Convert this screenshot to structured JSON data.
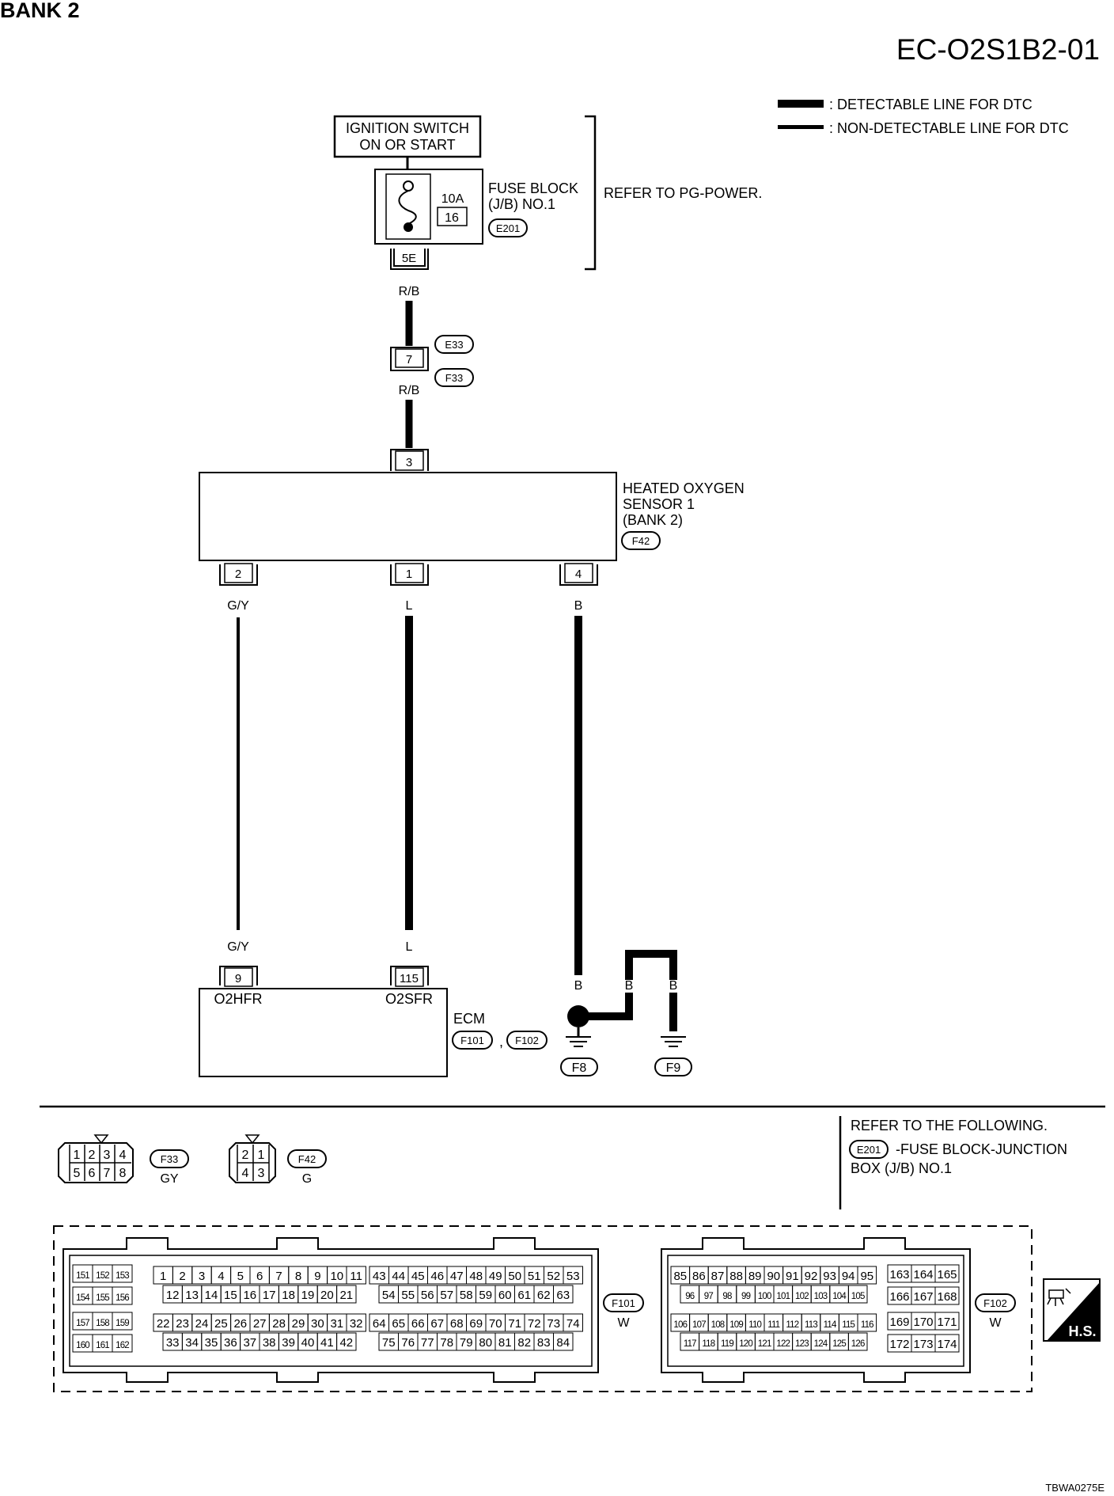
{
  "header": {
    "title": "BANK 2",
    "diagram_id": "EC-O2S1B2-01"
  },
  "legend": [
    {
      "label": ": DETECTABLE LINE FOR DTC",
      "style": "thick"
    },
    {
      "label": ": NON-DETECTABLE LINE FOR DTC",
      "style": "thin"
    }
  ],
  "ignition": {
    "line1": "IGNITION SWITCH",
    "line2": "ON OR START"
  },
  "fuse_block": {
    "rating": "10A",
    "number": "16",
    "name_line1": "FUSE BLOCK",
    "name_line2": "(J/B) NO.1",
    "connector": "E201",
    "terminal": "5E"
  },
  "refer_power": "REFER TO PG-POWER.",
  "wires": {
    "rb": "R/B",
    "gy": "G/Y",
    "l": "L",
    "b": "B"
  },
  "joint_connector": {
    "terminal": "7",
    "upper": "E33",
    "lower": "F33"
  },
  "sensor": {
    "line1": "HEATED OXYGEN",
    "line2": "SENSOR 1",
    "line3": "(BANK 2)",
    "connector": "F42",
    "pins": {
      "top": "3",
      "left": "2",
      "mid": "1",
      "right": "4"
    }
  },
  "ecm": {
    "name": "ECM",
    "connector1": "F101",
    "connector2": "F102",
    "separator": ",",
    "pin_left": "9",
    "pin_right": "115",
    "label_left": "O2HFR",
    "label_right": "O2SFR"
  },
  "grounds": {
    "g1": "F8",
    "g2": "F9"
  },
  "connector_views": {
    "f33": {
      "id": "F33",
      "color": "GY",
      "pins": [
        "1",
        "2",
        "3",
        "4",
        "5",
        "6",
        "7",
        "8"
      ]
    },
    "f42": {
      "id": "F42",
      "color": "G",
      "pins": [
        "2",
        "1",
        "4",
        "3"
      ]
    }
  },
  "refer_following": {
    "line1": "REFER TO THE FOLLOWING.",
    "connector": "E201",
    "line2": "-FUSE BLOCK-JUNCTION",
    "line3": "BOX (J/B) NO.1"
  },
  "ecm_connectors": {
    "f101": {
      "id": "F101",
      "color": "W"
    },
    "f102": {
      "id": "F102",
      "color": "W"
    },
    "hs_label": "H.S."
  },
  "footer_code": "TBWA0275E"
}
